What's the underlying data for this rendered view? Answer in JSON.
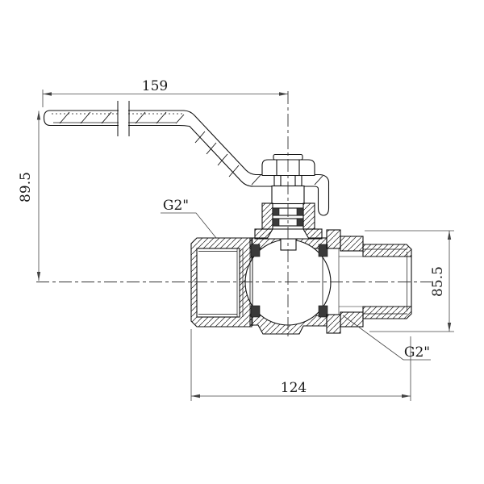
{
  "drawing": {
    "title": "Ball valve with lever handle - section drawing",
    "style": {
      "background": "#ffffff",
      "line_color": "#111111",
      "dimension_color": "#444444",
      "seat_color": "#3a3a3a"
    },
    "dimensions": {
      "handle_length": "159",
      "handle_height": "89.5",
      "outlet_height": "85.5",
      "body_length": "124"
    },
    "labels": {
      "inlet_thread": "G2\"",
      "outlet_thread": "G2\""
    }
  }
}
